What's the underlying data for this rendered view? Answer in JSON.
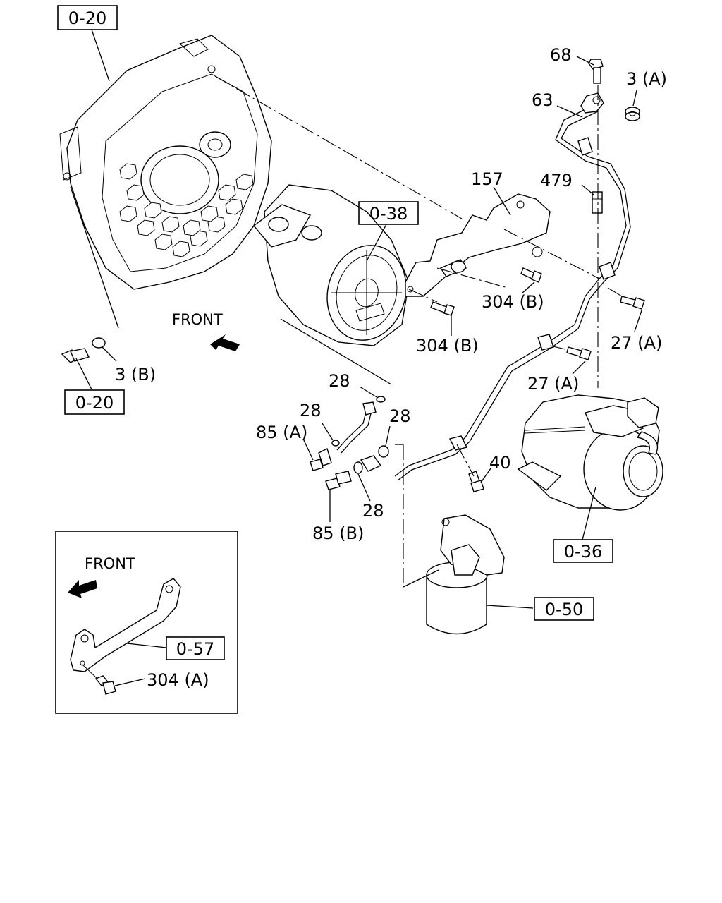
{
  "callouts": {
    "c68": "68",
    "c3a": "3 (A)",
    "c63": "63",
    "c157": "157",
    "c479": "479",
    "c304b_1": "304 (B)",
    "c304b_2": "304 (B)",
    "c27a_1": "27 (A)",
    "c27a_2": "27 (A)",
    "c3b": "3 (B)",
    "c28_1": "28",
    "c28_2": "28",
    "c28_3": "28",
    "c28_4": "28",
    "c85a": "85 (A)",
    "c85b": "85 (B)",
    "c40": "40",
    "c304a": "304 (A)"
  },
  "references": {
    "r020_top": "0-20",
    "r020_bottom": "0-20",
    "r038": "0-38",
    "r036": "0-36",
    "r050": "0-50",
    "r057": "0-57"
  },
  "direction": {
    "front_main": "FRONT",
    "front_inset": "FRONT"
  },
  "parts": {
    "flywheel_housing": "flywheel-housing",
    "air_compressor": "air-compressor",
    "bracket": "bracket",
    "pipe": "pipe",
    "turbocharger": "turbocharger",
    "oil_filter": "oil-filter",
    "inset_bracket": "inset-bracket"
  }
}
